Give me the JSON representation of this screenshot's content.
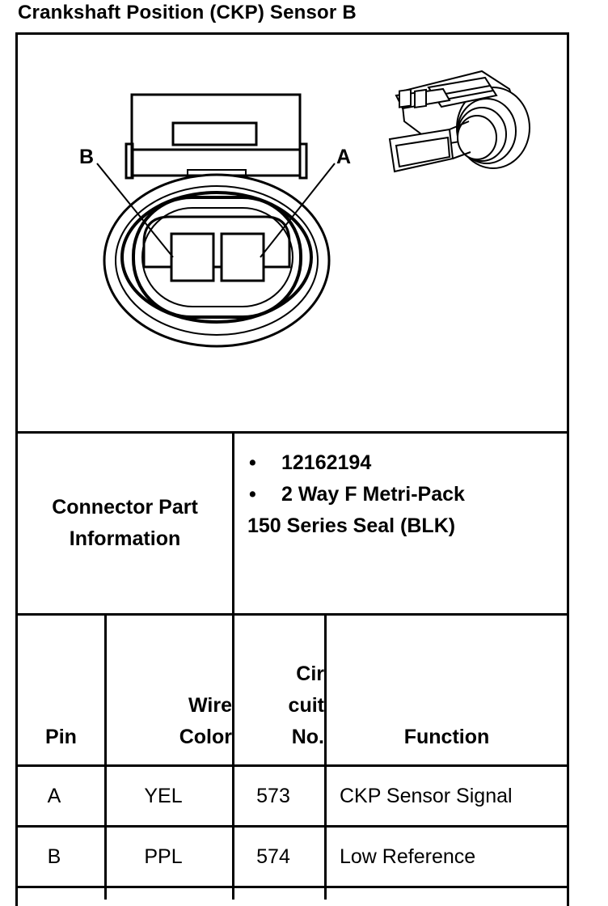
{
  "title": "Crankshaft Position (CKP) Sensor B",
  "diagram": {
    "pin_labels": [
      "B",
      "A"
    ]
  },
  "connector_info": {
    "label_line1": "Connector Part",
    "label_line2": "Information",
    "bullets": [
      "12162194",
      "2 Way F Metri-Pack"
    ],
    "bullet_char": "•",
    "continuation": "150 Series Seal (BLK)"
  },
  "pin_table": {
    "headers": {
      "pin": "Pin",
      "wire_color_line1": "Wire",
      "wire_color_line2": "Color",
      "circuit_line1": "Cir",
      "circuit_line2": "cuit",
      "circuit_line3": "No.",
      "function": "Function"
    },
    "rows": [
      {
        "pin": "A",
        "wire_color": "YEL",
        "circuit": "573",
        "function": "CKP Sensor Signal"
      },
      {
        "pin": "B",
        "wire_color": "PPL",
        "circuit": "574",
        "function": "Low Reference"
      }
    ]
  }
}
